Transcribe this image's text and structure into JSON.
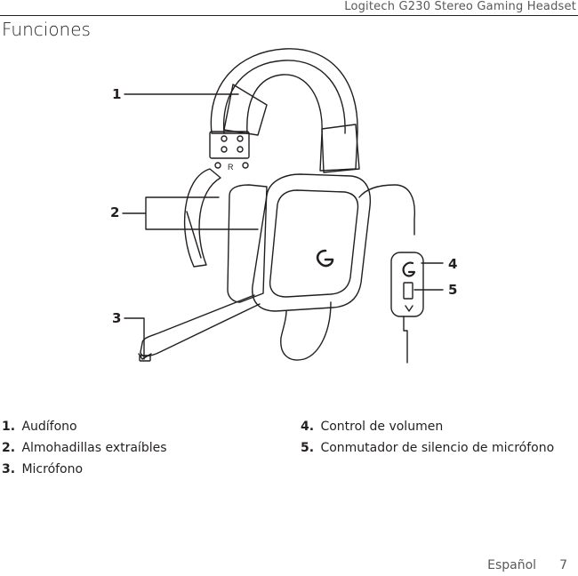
{
  "header": {
    "title": "Logitech G230 Stereo Gaming Headset"
  },
  "section": {
    "title": "Funciones"
  },
  "callouts": [
    "1",
    "2",
    "3",
    "4",
    "5"
  ],
  "features_left": [
    {
      "num": "1.",
      "label": "Audífono"
    },
    {
      "num": "2.",
      "label": "Almohadillas extraíbles"
    },
    {
      "num": "3.",
      "label": "Micrófono"
    }
  ],
  "features_right": [
    {
      "num": "4.",
      "label": "Control de volumen"
    },
    {
      "num": "5.",
      "label": "Conmutador de silencio de micrófono"
    }
  ],
  "footer": {
    "language": "Español",
    "page": "7"
  },
  "illustration": {
    "ear_marking": "R"
  }
}
